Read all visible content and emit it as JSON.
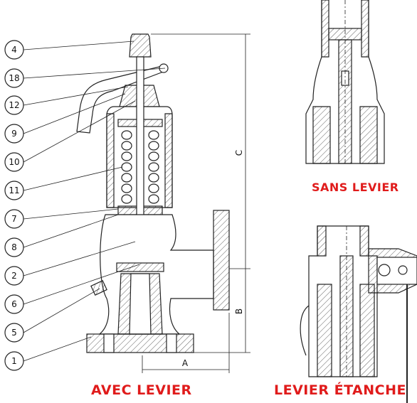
{
  "callouts": [
    "4",
    "18",
    "12",
    "9",
    "10",
    "11",
    "7",
    "8",
    "2",
    "6",
    "5",
    "1"
  ],
  "dimensions": {
    "a": "A",
    "b": "B",
    "c": "C"
  },
  "captions": {
    "main": "AVEC LEVIER",
    "sans_levier": "SANS LEVIER",
    "levier_etanche": "LEVIER ÉTANCHE"
  },
  "colors": {
    "caption": "#e01b1b",
    "line": "#222222"
  }
}
